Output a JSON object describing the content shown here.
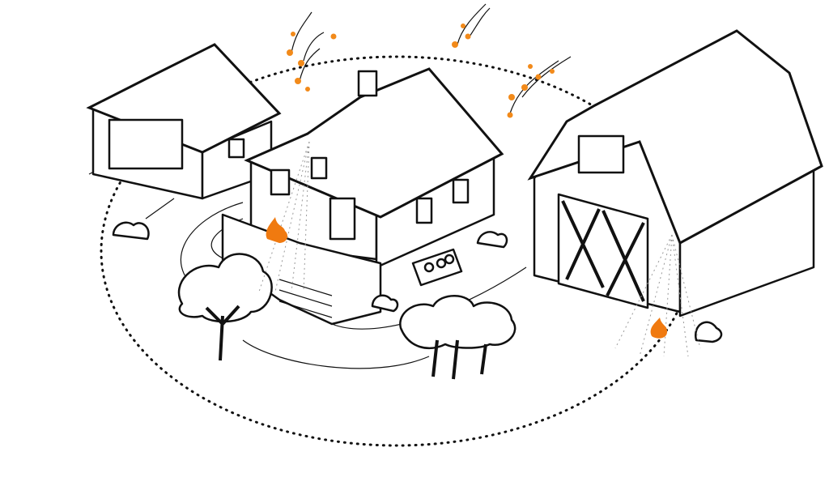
{
  "colors": {
    "ink": "#111111",
    "ember": "#f28a1a",
    "ember_glow": "#fbd08a",
    "flame": "#f07a10",
    "background": "#ffffff"
  },
  "icons": [
    "garage",
    "house",
    "barn",
    "tree",
    "shrub",
    "woodpile",
    "ember",
    "flame",
    "sprinkler-spray",
    "defensible-space-boundary"
  ]
}
